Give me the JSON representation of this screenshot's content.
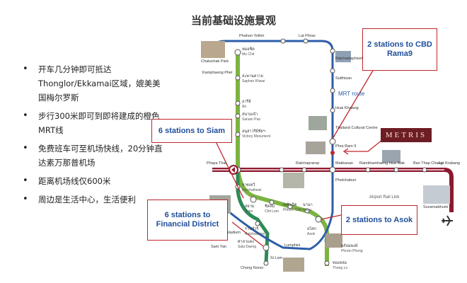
{
  "title": "当前基础设施景观",
  "bullets": [
    "开车几分钟即可抵达Thonglor/Ekkamai区域，媲美美国梅尔罗斯",
    "步行300米即可到即将建成的橙色MRT线",
    "免费班车可至机场快线，20分钟直达素万那普机场",
    "距离机场线仅600米",
    "周边是生活中心，生活便利"
  ],
  "callouts": {
    "cbd": "2 stations to CBD Rama9",
    "siam": "6 stations to Siam",
    "financial": "6 stations to Financial District",
    "asok": "2 stations to Asok"
  },
  "logo": "METRIS",
  "lines": {
    "mrt_route": "MRT route",
    "airport_rail_link": "Airport Rail Link"
  },
  "stations": {
    "chatuchak": "Chatuchak Park",
    "mochit_th": "หมอชิต",
    "mochit_en": "Mo Chit",
    "phahon": "Phahon Yothin",
    "lat_phrao": "Lat Phrao",
    "kamphaeng": "Kamphaeng Phet",
    "saphan_th": "สะพานควาย",
    "saphan_en": "Saphan Khwai",
    "ari_th": "อารีย์",
    "ari_en": "Ari",
    "sanam_th": "สนามเป้า",
    "sanam_en": "Sanam Pao",
    "victory_th": "อนุสาวรีย์ชัยฯ",
    "victory_en": "Victory Monument",
    "ratchadaphisek": "Ratchadaphisek",
    "sutthisan": "Sutthisan",
    "huai_khwang": "Huai Khwang",
    "cultural": "Thailand Cultural Centre",
    "rama9": "Phra Ram 9",
    "makkasan": "Makkasan",
    "ratchaprarop": "Ratchaprarop",
    "phaya_thai": "Phaya Thai",
    "ramkhamhaeng": "Ramkhamhaeng",
    "hua_mak": "Hua Mak",
    "ban_thap_chang": "Ban Thap Chang",
    "lat_krabang": "Lat Krabang",
    "suvarnabhumi": "Suvarnabhumi",
    "phetchaburi": "Phetchaburi",
    "ratchathewi_th": "ราชเทวี",
    "ratchathewi_en": "Ratchathewi",
    "siam_th": "สยาม",
    "siam_en": "Siam",
    "chitlom_th": "ชิดลม",
    "chitlom_en": "Chit Lom",
    "ploenchit_th": "เพลินจิต",
    "ploenchit_en": "Phloen Chit",
    "nana_th": "นานา",
    "nana_en": "Nana",
    "asok_th": "อโศก",
    "asok_en": "Asok",
    "ratchadamri_th": "ราชดำริ",
    "ratchadamri_en": "Ratchadamri",
    "sala_daeng_th": "ศาลาแดง",
    "sala_daeng_en": "Sala Daeng",
    "stadium": "National Stadium",
    "sam_yan": "Sam Yan",
    "si_lom": "Si Lom",
    "lumphini": "Lumphini",
    "chong_nonsi": "Chong Nonsi",
    "phrom_phong_th": "พร้อมพงษ์",
    "phrom_phong_en": "Phrom Phong",
    "thong_lo_th": "ทองหล่อ",
    "thong_lo_en": "Thong Lo"
  },
  "colors": {
    "sukhumvit_line": "#7cb342",
    "silom_line": "#2e8b57",
    "mrt_line": "#2d5da8",
    "airport_link": "#8b1a2e",
    "callout_border": "#c0262d",
    "callout_text": "#1f4e9a"
  }
}
